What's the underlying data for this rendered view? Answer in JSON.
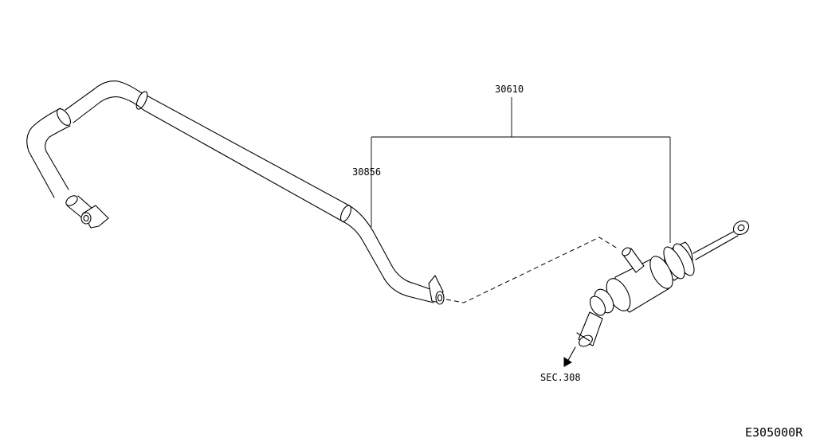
{
  "diagram": {
    "callouts": {
      "assembly": "30610",
      "pipe": "30856",
      "section_ref": "SEC.308"
    },
    "drawing_code": "E305000R"
  }
}
